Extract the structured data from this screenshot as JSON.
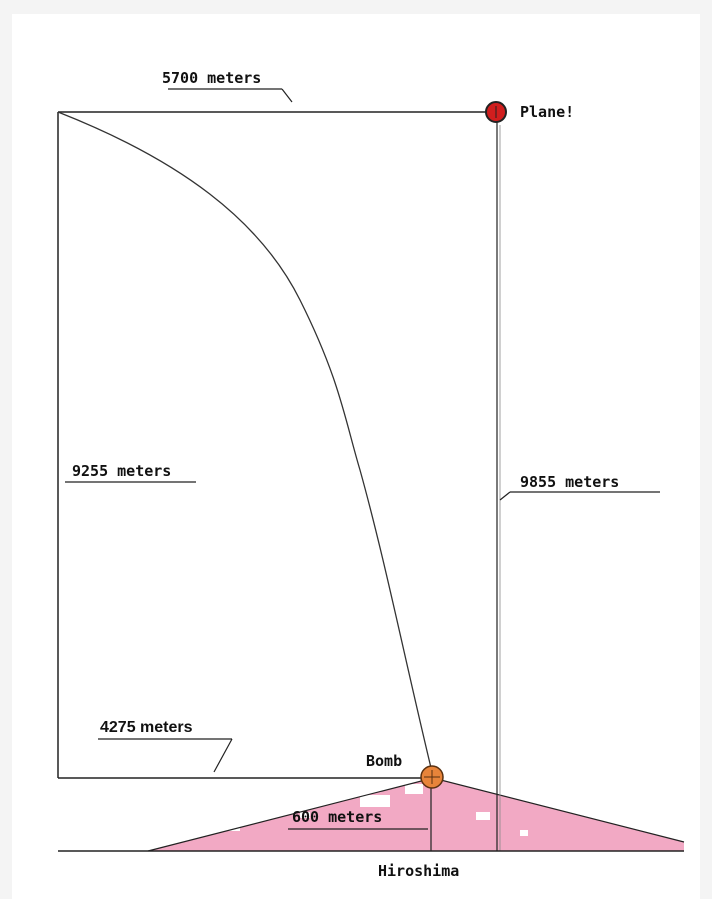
{
  "labels": {
    "horizontal_distance": "5700 meters",
    "plane": "Plane!",
    "fall_height": "9255 meters",
    "plane_altitude": "9855 meters",
    "drift_distance": "4275 meters",
    "bomb": "Bomb",
    "detonation_height": "600 meters",
    "city": "Hiroshima"
  },
  "colors": {
    "line": "#222222",
    "plane_marker": "#d11e1e",
    "bomb_marker": "#e8843a",
    "blast": "#f2a9c4"
  }
}
